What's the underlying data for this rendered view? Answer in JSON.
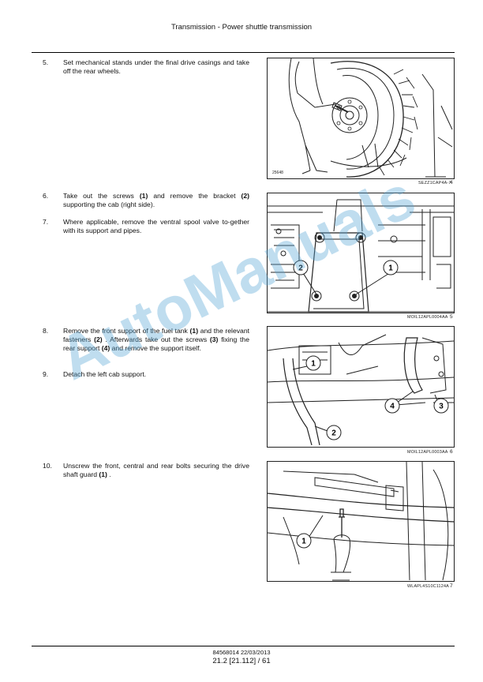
{
  "header": {
    "title": "Transmission - Power shuttle transmission"
  },
  "steps": [
    {
      "num": "5.",
      "html": "Set mechanical stands under the final drive casings and take off the rear wheels."
    },
    {
      "num": "6.",
      "html": "Take out the screws <b>(1)</b> and remove the bracket <b>(2)</b> supporting the cab (right side)."
    },
    {
      "num": "7.",
      "html": "Where applicable, remove the ventral spool valve to-gether with its support and pipes."
    },
    {
      "num": "8.",
      "html": "Remove the front support of the fuel tank <b>(1)</b> and the relevant fasteners <b>(2)</b> . Afterwards take out the screws <b>(3)</b> fixing the rear support <b>(4)</b> and remove the support itself."
    },
    {
      "num": "9.",
      "html": "Detach the left cab support."
    },
    {
      "num": "10.",
      "html": "Unscrew the front, central and rear bolts securing the drive shaft guard <b>(1)</b> ."
    }
  ],
  "figures": [
    {
      "caption": "SEZZ1CAP4A-7",
      "number": "4",
      "inner_label": "25648",
      "callouts": []
    },
    {
      "caption": "MOIL12APL0004AA",
      "number": "5",
      "callouts": [
        "2",
        "1"
      ]
    },
    {
      "caption": "MOIL12APL0003AA",
      "number": "6",
      "callouts": [
        "1",
        "4",
        "3",
        "2"
      ]
    },
    {
      "caption": "WLAPL4S10C1124A",
      "number": "7",
      "callouts": [
        "1"
      ]
    }
  ],
  "watermark": "AutoManuals",
  "footer": {
    "doc_ref": "84568014 22/03/2013",
    "page": "21.2 [21.112] / 61"
  }
}
